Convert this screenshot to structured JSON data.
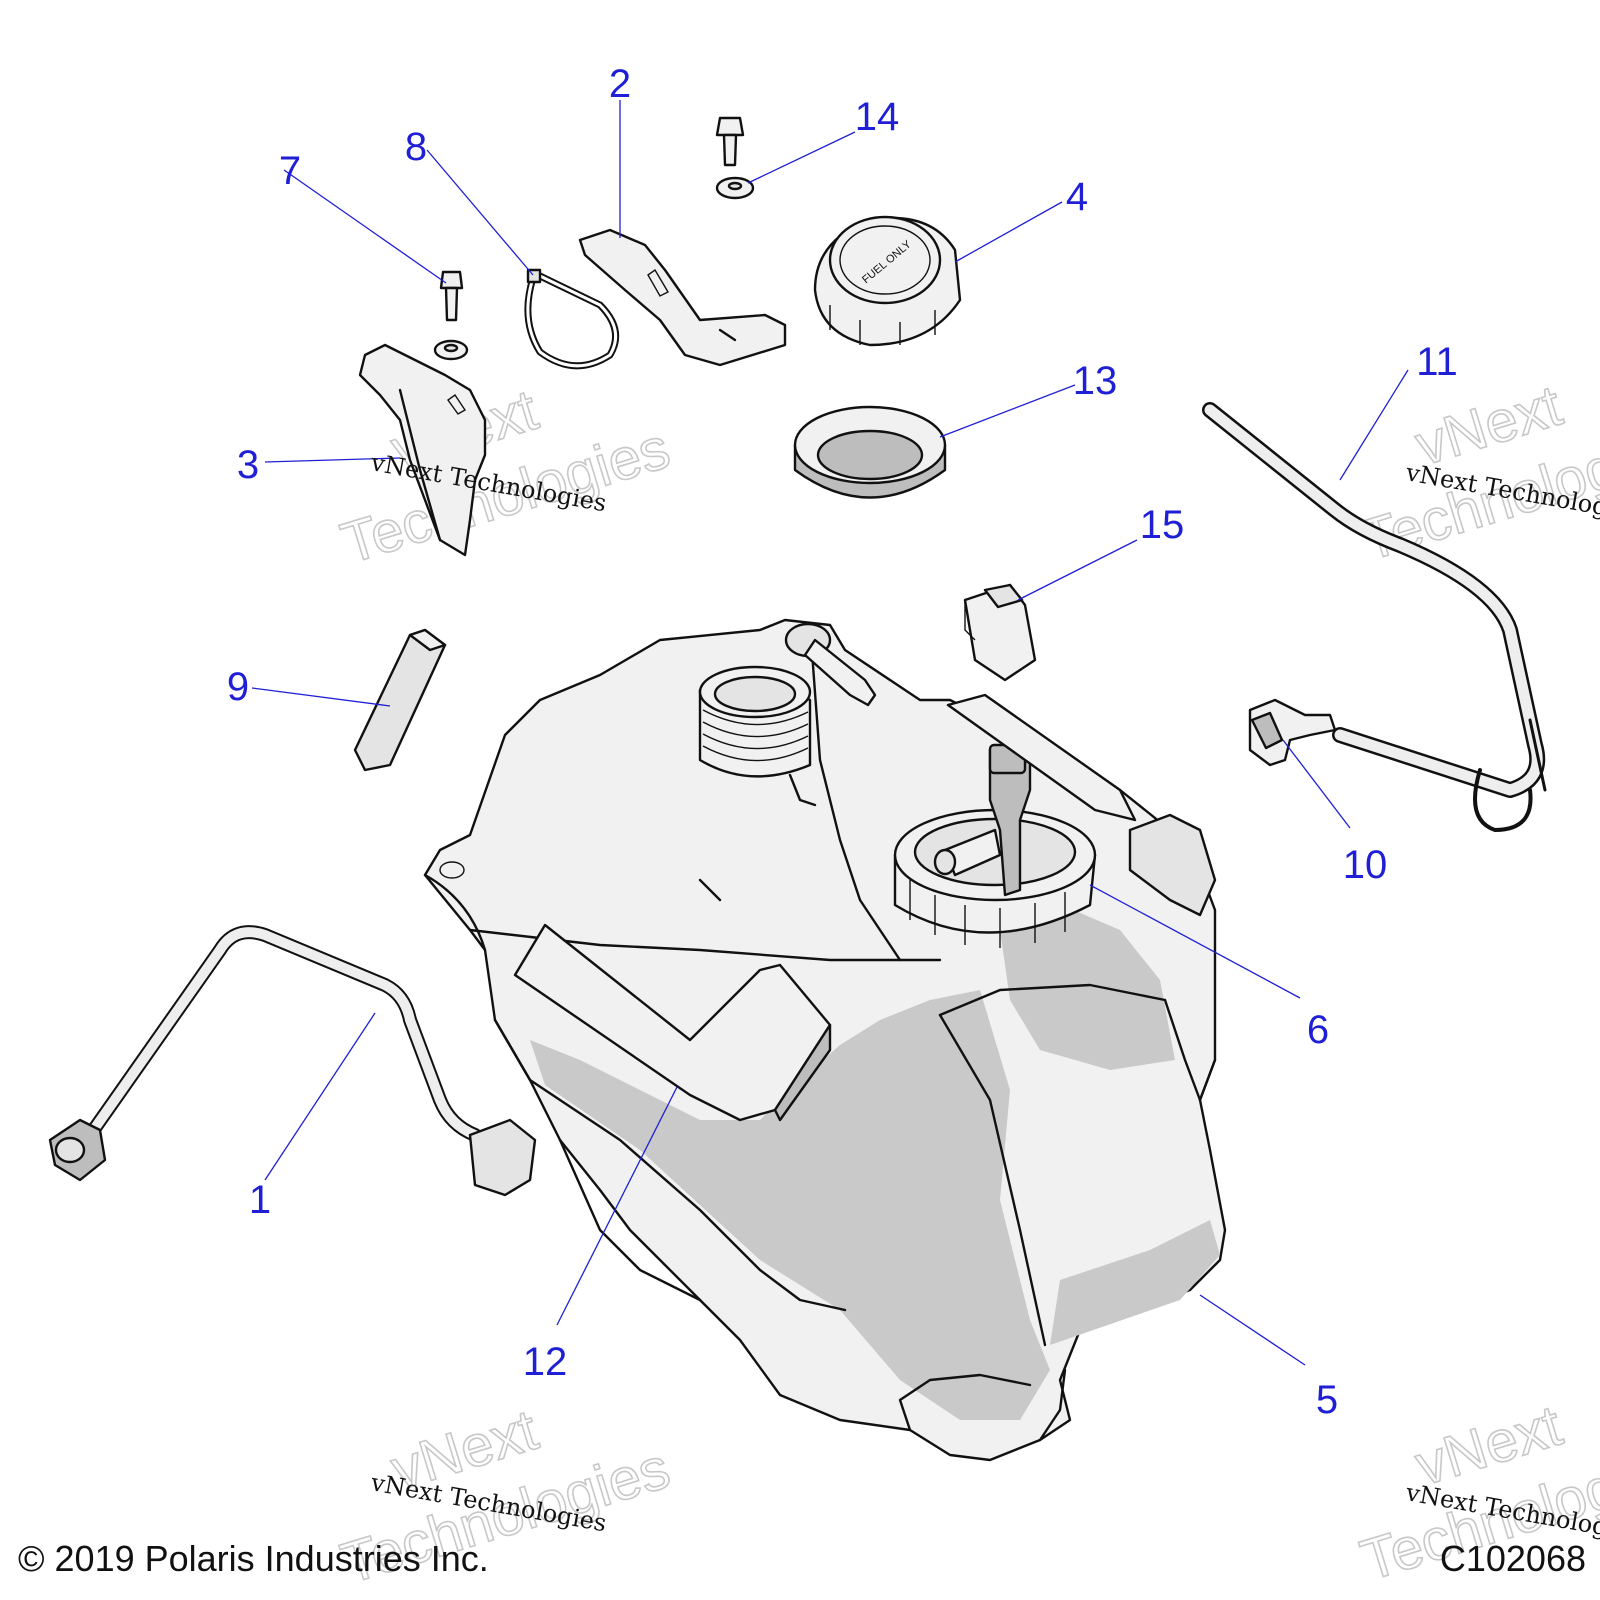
{
  "callouts": {
    "c1": "1",
    "c2": "2",
    "c3": "3",
    "c4": "4",
    "c5": "5",
    "c6": "6",
    "c7": "7",
    "c8": "8",
    "c9": "9",
    "c10": "10",
    "c11": "11",
    "c12": "12",
    "c13": "13",
    "c14": "14",
    "c15": "15"
  },
  "cap_text": "FUEL ONLY",
  "watermark": {
    "brand_top": "vNext",
    "brand_bottom": "Technologies",
    "caption": "vNext Technologies"
  },
  "footer": {
    "copyright": "© 2019 Polaris Industries Inc.",
    "figure_code": "C102068"
  },
  "colors": {
    "callout": "#1f1fd6",
    "part_fill": "#e4e4e4",
    "outline": "#111111"
  }
}
